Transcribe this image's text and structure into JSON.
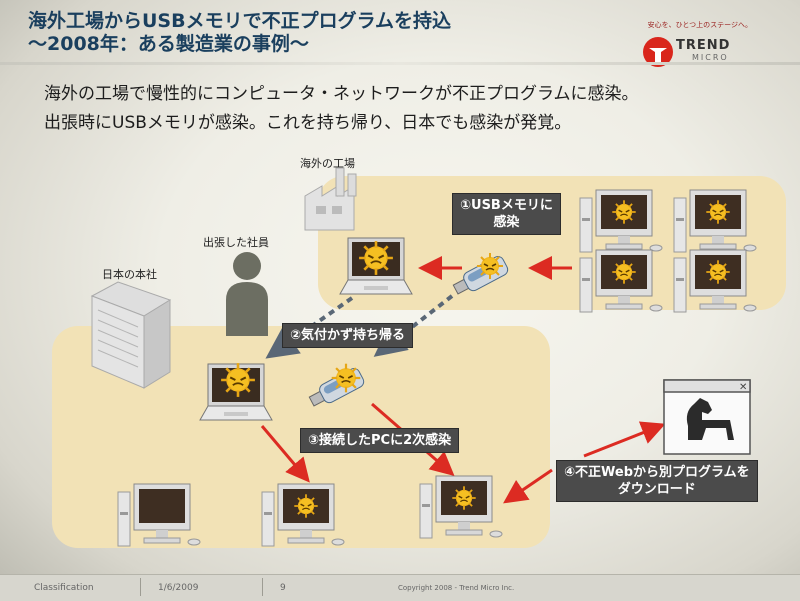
{
  "slide": {
    "title_line1": "海外工場からUSBメモリで不正プログラムを持込",
    "title_line2": "～2008年：ある製造業の事例～",
    "tagline": "安心を、ひとつ上のステージへ。",
    "logo": {
      "name": "TREND",
      "sub": "MICRO"
    },
    "summary": [
      "海外の工場で慢性的にコンピュータ・ネットワークが不正プログラムに感染。",
      "出張時にUSBメモリが感染。これを持ち帰り、日本でも感染が発覚。"
    ]
  },
  "diagram": {
    "labels": {
      "overseas_factory": "海外の工場",
      "traveler": "出張した社員",
      "head_office": "日本の本社"
    },
    "callouts": {
      "step1": "①USBメモリに\n感染",
      "step2": "②気付かず持ち帰る",
      "step3": "③接続したPCに2次感染",
      "step4": "④不正Webから別プログラムを\nダウンロード"
    },
    "colors": {
      "infection_arrow": "#dc2b22",
      "zone": "#f2e2b6",
      "callout": "#4b4b4b",
      "title": "#1a3f5e"
    },
    "icons": [
      "factory-icon",
      "person-icon",
      "building-icon",
      "laptop-icon",
      "usb-stick-icon",
      "desktop-pc-icon",
      "virus-icon",
      "trojan-horse-icon",
      "browser-window-icon"
    ]
  },
  "footer": {
    "classification": "Classification",
    "date": "1/6/2009",
    "page": "9",
    "copyright": "Copyright 2008 - Trend Micro Inc."
  }
}
